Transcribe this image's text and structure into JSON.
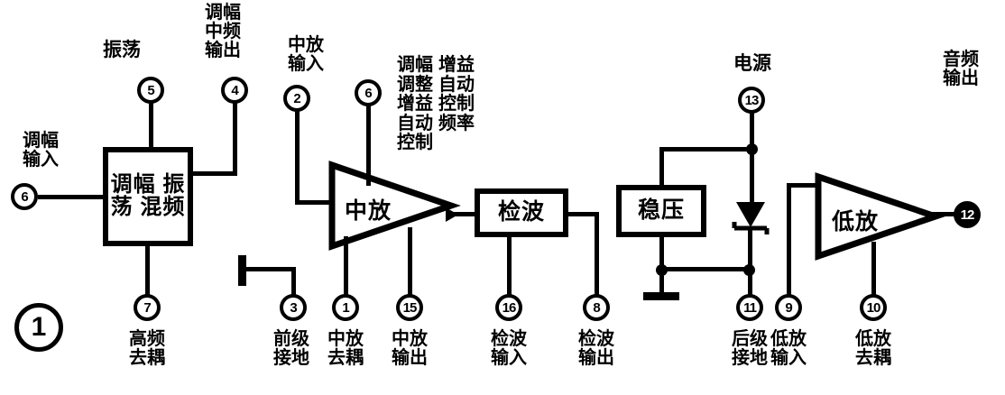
{
  "figure": {
    "number": "1",
    "caption": ""
  },
  "blocks": [
    {
      "id": "am-osc-mixer",
      "label": "调幅\n振荡\n混频"
    },
    {
      "id": "if-amp",
      "label": "中放"
    },
    {
      "id": "detector",
      "label": "检波"
    },
    {
      "id": "regulator",
      "label": "稳压"
    },
    {
      "id": "audio-amp",
      "label": "低放"
    }
  ],
  "control_labels": {
    "column_left": "调幅\n调整\n增益\n自动\n控制",
    "column_right": "增益\n自动\n控制\n频率"
  },
  "pins": [
    {
      "num": "5",
      "label": "振荡",
      "style": "open"
    },
    {
      "num": "4",
      "label": "调幅\n中频\n输出",
      "style": "open"
    },
    {
      "num": "2",
      "label": "中放\n输入",
      "style": "open"
    },
    {
      "num": "6",
      "label": "调幅\n输入",
      "style": "open"
    },
    {
      "num": "7",
      "label": "高频\n去耦",
      "style": "open"
    },
    {
      "num": "3",
      "label": "前级\n接地",
      "style": "open"
    },
    {
      "num": "1",
      "label": "中放\n去耦",
      "style": "open"
    },
    {
      "num": "15",
      "label": "中放\n输出",
      "style": "open"
    },
    {
      "num": "16",
      "label": "检波\n输入",
      "style": "open"
    },
    {
      "num": "8",
      "label": "检波\n输出",
      "style": "open"
    },
    {
      "num": "13",
      "label": "电源",
      "style": "open"
    },
    {
      "num": "11",
      "label": "后级\n接地",
      "style": "open"
    },
    {
      "num": "9",
      "label": "低放\n输入",
      "style": "open"
    },
    {
      "num": "10",
      "label": "低放\n去耦",
      "style": "open"
    },
    {
      "num": "12",
      "label": "音频\n输出",
      "style": "filled"
    },
    {
      "num": "6",
      "label": "",
      "style": "open"
    }
  ],
  "pin_refs": {
    "p5": "5",
    "p4": "4",
    "p2": "2",
    "p6": "6",
    "p7": "7",
    "p3": "3",
    "p1": "1",
    "p15": "15",
    "p16": "16",
    "p8": "8",
    "p13": "13",
    "p11": "11",
    "p9": "9",
    "p10": "10",
    "p12": "12",
    "p6b": "6"
  },
  "labels": {
    "oscillation": "振荡",
    "am_if_output": "调幅\n中频\n输出",
    "if_amp_input": "中放\n输入",
    "am_input": "调幅\n输入",
    "hf_decouple": "高频\n去耦",
    "pre_ground": "前级\n接地",
    "if_decouple": "中放\n去耦",
    "if_output": "中放\n输出",
    "det_input": "检波\n输入",
    "det_output": "检波\n输出",
    "power": "电源",
    "post_ground": "后级\n接地",
    "audio_input": "低放\n输入",
    "audio_decouple": "低放\n去耦",
    "audio_output": "音频\n输出"
  },
  "colors": {
    "ink": "#000000",
    "paper": "#ffffff"
  }
}
